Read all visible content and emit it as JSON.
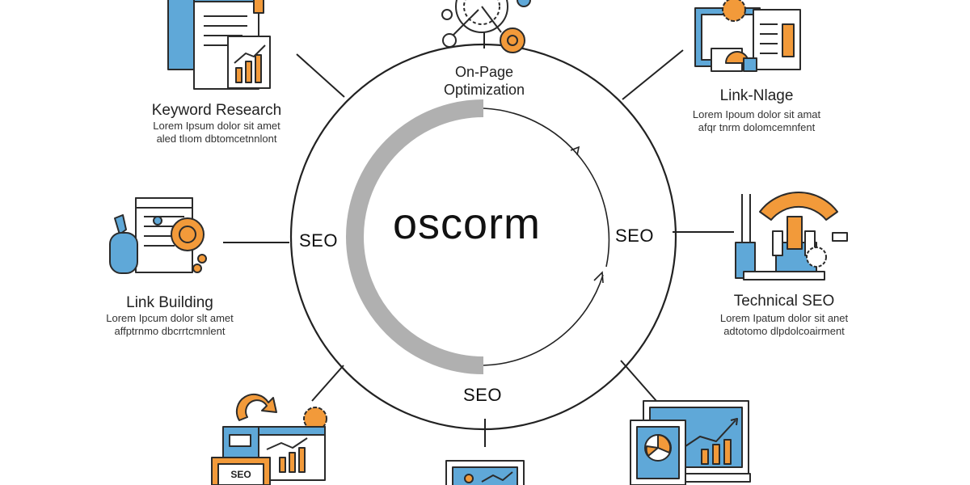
{
  "center": {
    "title": "oscorm"
  },
  "ring_labels": {
    "left": "SEO",
    "right": "SEO",
    "bottom": "SEO"
  },
  "nodes": [
    {
      "id": "keyword-research",
      "title": "Keyword Research",
      "desc": [
        "Lorem Ipsum dolor sit amet",
        "aled tlıom dbtomcetnnlont"
      ]
    },
    {
      "id": "on-page-optimization",
      "title": [
        "On-Page",
        "Optimization"
      ],
      "desc": []
    },
    {
      "id": "link-nlage",
      "title": "Link-Nlage",
      "desc": [
        "Lorem Ipoum dolor sit amat",
        "afqr tnrm dolomcemnfent"
      ]
    },
    {
      "id": "link-building",
      "title": "Link Building",
      "desc": [
        "Lorem Ipcum dolor slt amet",
        "affptrnmo dbcrrtcmnlent"
      ]
    },
    {
      "id": "technical-seo",
      "title": "Technical SEO",
      "desc": [
        "Lorem Ipatum dolor sit anet",
        "adtotomo dlpdolcoairment"
      ]
    }
  ],
  "icon_text": {
    "seo_badge": "SEO"
  },
  "colors": {
    "blue": "#5fa8d8",
    "orange": "#f29a3a",
    "gray_arc": "#b0b0b0",
    "stroke": "#2b2b2b"
  }
}
